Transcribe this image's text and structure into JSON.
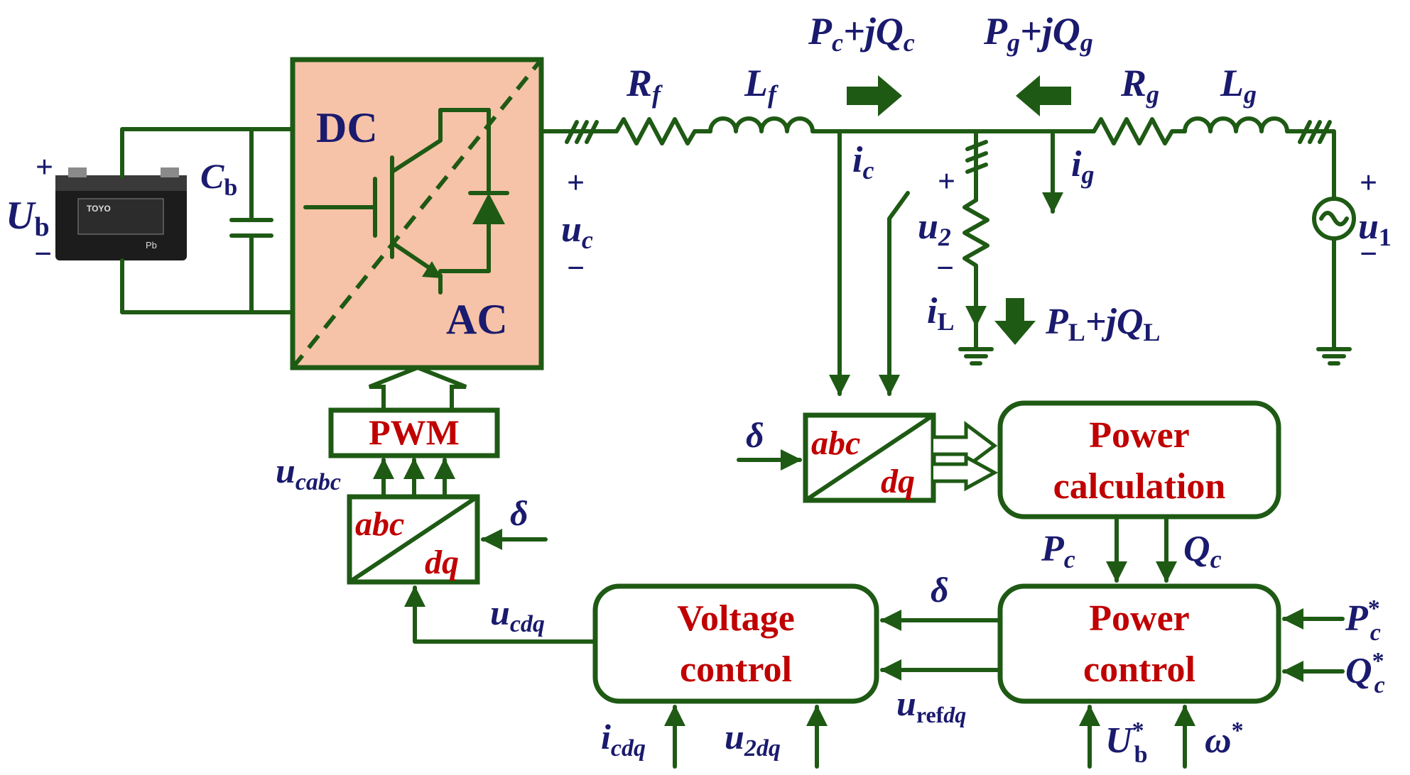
{
  "colors": {
    "wire": "#1e5a14",
    "label": "#1a1a6e",
    "block_text": "#c00000",
    "converter_fill": "#f7c3a8"
  },
  "labels": {
    "ub_plus": "+",
    "ub_main": "U",
    "ub_sub": "b",
    "ub_minus": "−",
    "cb_main": "C",
    "cb_sub": "b",
    "dc": "DC",
    "ac": "AC",
    "uc_plus": "+",
    "uc_main": "u",
    "uc_sub": "c",
    "uc_minus": "−",
    "rf_main": "R",
    "rf_sub": "f",
    "lf_main": "L",
    "lf_sub": "f",
    "pc_flow": {
      "p": "P",
      "ps": "c",
      "mid": "+j",
      "q": "Q",
      "qs": "c"
    },
    "pg_flow": {
      "p": "P",
      "ps": "g",
      "mid": "+j",
      "q": "Q",
      "qs": "g"
    },
    "rg_main": "R",
    "rg_sub": "g",
    "lg_main": "L",
    "lg_sub": "g",
    "ic_main": "i",
    "ic_sub": "c",
    "ig_main": "i",
    "ig_sub": "g",
    "u2_plus": "+",
    "u2_main": "u",
    "u2_sub": "2",
    "u2_minus": "−",
    "il_main": "i",
    "il_sub": "L",
    "pl_flow": {
      "p": "P",
      "ps": "L",
      "mid": "+j",
      "q": "Q",
      "qs": "L"
    },
    "u1_plus": "+",
    "u1_main": "u",
    "u1_sub": "1",
    "u1_minus": "−",
    "ucabc_main": "u",
    "ucabc_sub": "cabc",
    "delta_left": "δ",
    "delta_top": "δ",
    "delta_mid": "δ",
    "ucdq_main": "u",
    "ucdq_sub": "cdq",
    "pc_main": "P",
    "pc_sub": "c",
    "qc_main": "Q",
    "qc_sub": "c",
    "pcstar_main": "P",
    "pcstar_sup": "*",
    "pcstar_sub": "c",
    "qcstar_main": "Q",
    "qcstar_sup": "*",
    "qcstar_sub": "c",
    "urefdq_main": "u",
    "urefdq_sub": "ref",
    "urefdq_sub2": "dq",
    "icdq_main": "i",
    "icdq_sub": "cdq",
    "u2dq_main": "u",
    "u2dq_sub": "2dq",
    "ubstar_main": "U",
    "ubstar_sup": "*",
    "ubstar_sub": "b",
    "omegastar_main": "ω",
    "omegastar_sup": "*"
  },
  "blocks": {
    "pwm": "PWM",
    "transform_left": {
      "top": "abc",
      "bottom": "dq"
    },
    "transform_right": {
      "top": "abc",
      "bottom": "dq"
    },
    "power_calc": {
      "line1": "Power",
      "line2": "calculation"
    },
    "voltage_control": {
      "line1": "Voltage",
      "line2": "control"
    },
    "power_control": {
      "line1": "Power",
      "line2": "control"
    }
  },
  "battery": {
    "brand": "TOYO",
    "mark": "Pb"
  }
}
